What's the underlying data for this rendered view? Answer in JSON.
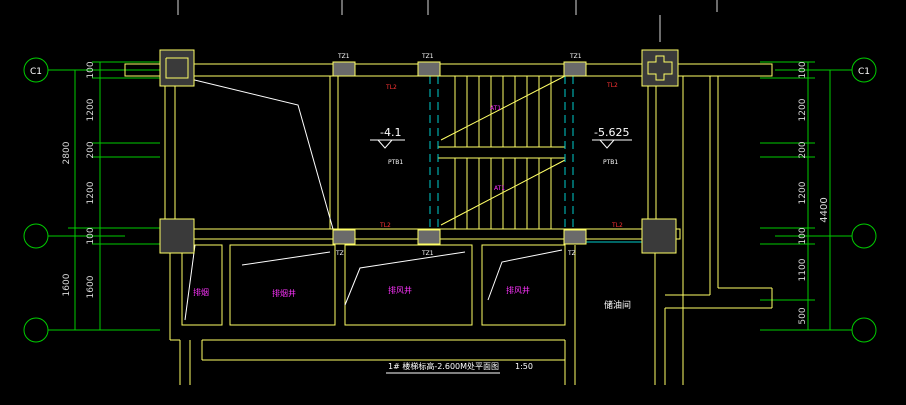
{
  "drawing": {
    "title": "1# 楼梯标高-2.600M处平面图",
    "scale": "1:50",
    "colors": {
      "background": "#000000",
      "wall": "#ffff66",
      "dim": "#00cc00",
      "beam_label": "#ff3333",
      "room_label": "#ff33ff",
      "column": "#3a3a3a",
      "axis": "#00cc00",
      "hidden": "#00cccc"
    }
  },
  "axes": {
    "left_top": "C1",
    "right_top": "C1"
  },
  "dims_left": {
    "d1": "100",
    "d2": "1200",
    "d3": "200",
    "d4": "1200",
    "d5": "100",
    "d6": "1600",
    "total_upper": "2800",
    "total_lower": "1600"
  },
  "dims_right": {
    "d1": "100",
    "d2": "1200",
    "d3": "200",
    "d4": "1200",
    "d5": "100",
    "d6": "1100",
    "d7": "500",
    "total": "4400"
  },
  "elevations": {
    "left": "-4.1",
    "right": "-5.625"
  },
  "labels": {
    "tz1_a": "TZ1",
    "tz1_b": "TZ1",
    "tz1_c": "TZ1",
    "tz1_d": "TZ1",
    "tz_a": "TZ",
    "tz_b": "TZ",
    "tl2_a": "TL2",
    "tl2_b": "TL2",
    "tl2_c": "TL2",
    "tl2_d": "TL2",
    "at_upper": "AT1",
    "at_lower": "AT1",
    "ptb_left": "PTB1",
    "ptb_right": "PTB1"
  },
  "rooms": {
    "r1": "排烟",
    "r2": "排烟井",
    "r3": "排风井",
    "r4": "排风井",
    "r5": "储油间"
  }
}
